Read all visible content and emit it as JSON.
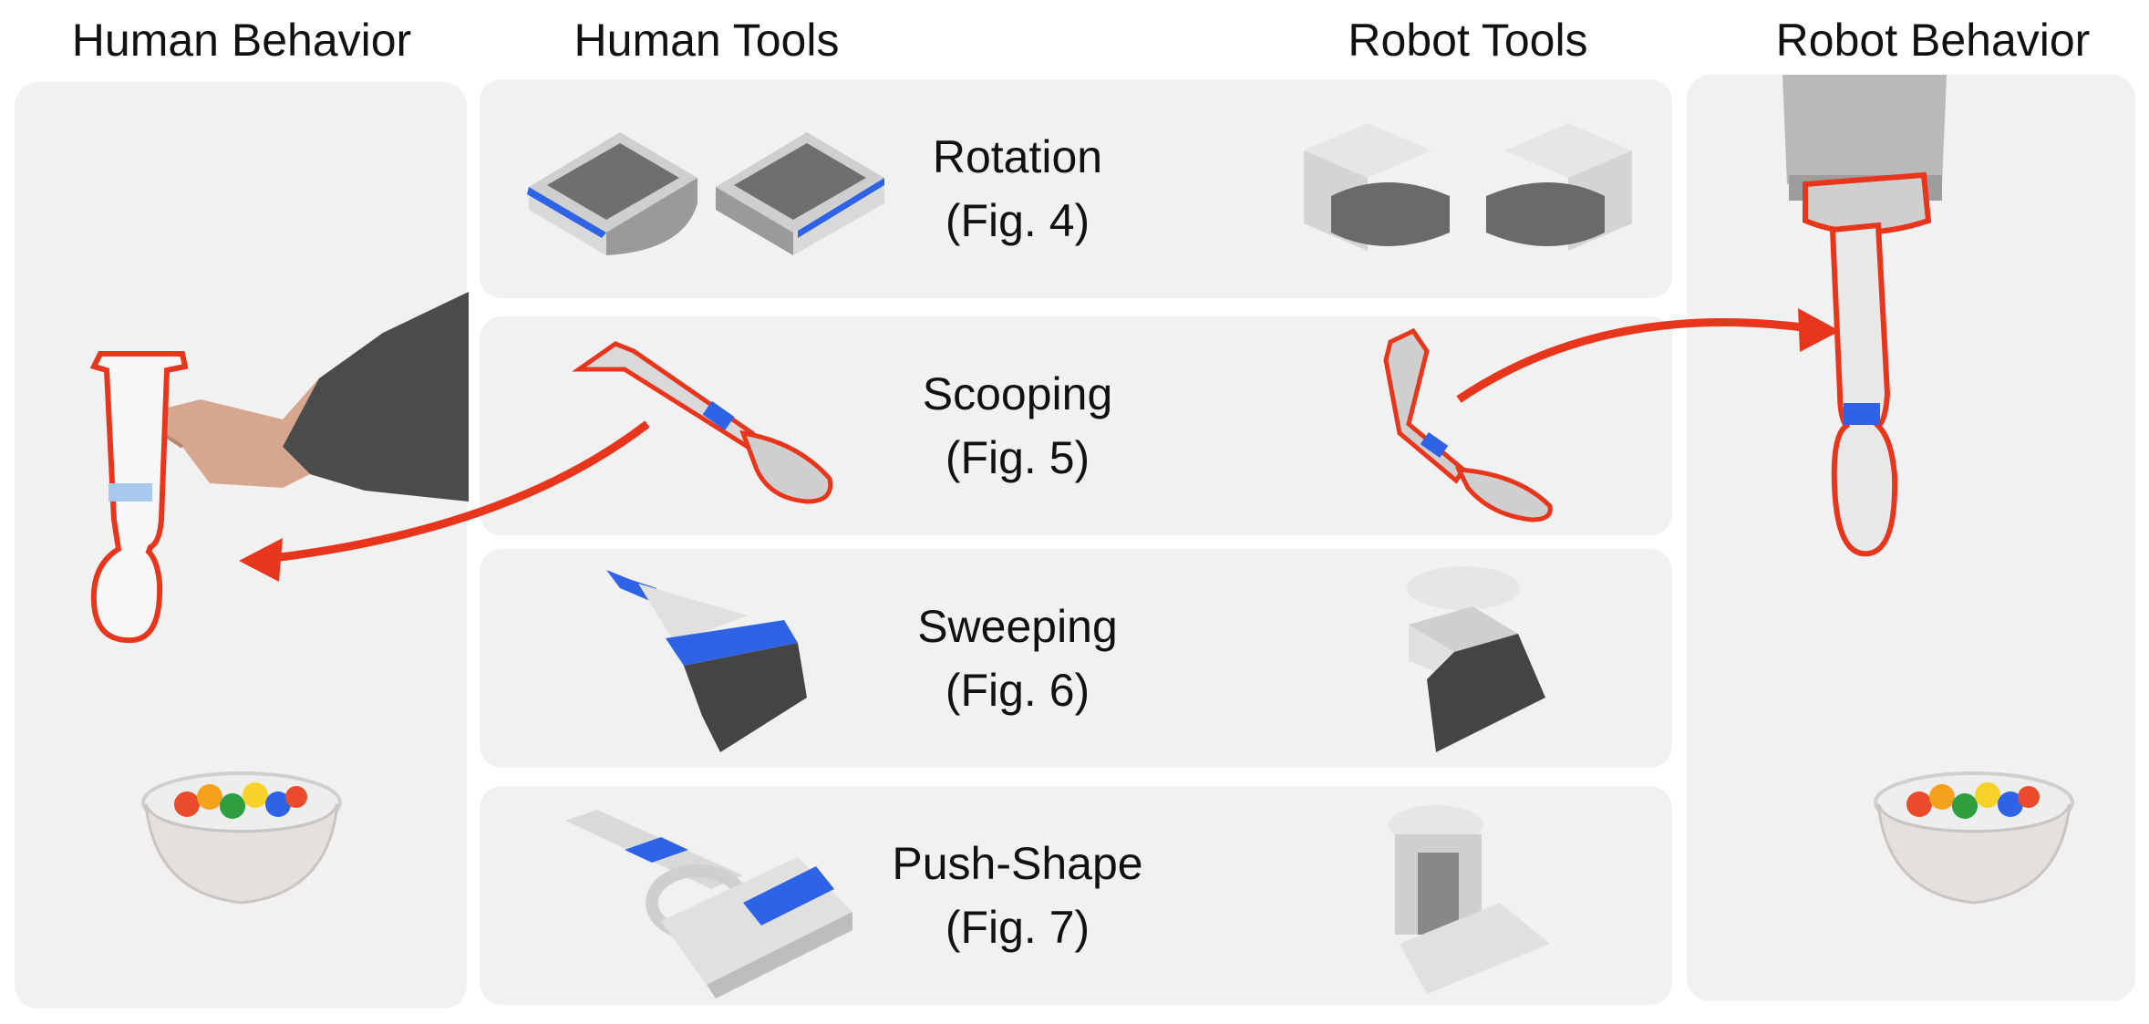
{
  "columns": {
    "human_behavior": "Human Behavior",
    "human_tools": "Human Tools",
    "robot_tools": "Robot Tools",
    "robot_behavior": "Robot Behavior"
  },
  "rows": [
    {
      "name": "Rotation",
      "ref": "(Fig. 4)"
    },
    {
      "name": "Scooping",
      "ref": "(Fig. 5)"
    },
    {
      "name": "Sweeping",
      "ref": "(Fig. 6)"
    },
    {
      "name": "Push-Shape",
      "ref": "(Fig. 7)"
    }
  ],
  "colors": {
    "panel": "#f1f1f1",
    "highlight_outline": "#e8361d",
    "accent_blue": "#2e63e6",
    "tool_light": "#e0e0e0",
    "tool_dark": "#555555"
  }
}
